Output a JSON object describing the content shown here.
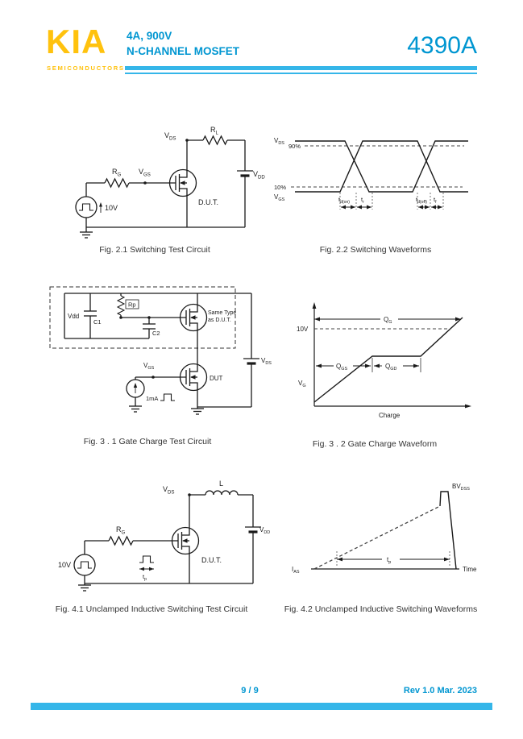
{
  "colors": {
    "accent": "#0096D1",
    "accent-line": "#35B6E9",
    "logo": "#FFC20E"
  },
  "header": {
    "logo": "KIA",
    "logo_sub": "SEMICONDUCTORS",
    "rating": "4A, 900V",
    "device_type": "N-CHANNEL MOSFET",
    "part_number": "4390A"
  },
  "fig21": {
    "caption": "Fig. 2.1 Switching Test Circuit",
    "vds": {
      "m": "V",
      "s": "DS"
    },
    "rl": {
      "m": "R",
      "s": "L"
    },
    "vdd": {
      "m": "V",
      "s": "DD"
    },
    "vgs": {
      "m": "V",
      "s": "GS"
    },
    "rg": {
      "m": "R",
      "s": "G"
    },
    "src": "10V",
    "dut": "D.U.T."
  },
  "fig22": {
    "caption": "Fig. 2.2 Switching Waveforms",
    "vds": {
      "m": "V",
      "s": "DS"
    },
    "vgs": {
      "m": "V",
      "s": "GS"
    },
    "p90": "90%",
    "p10": "10%",
    "td_on": {
      "m": "t",
      "s": "d(on)"
    },
    "tr": {
      "m": "t",
      "s": "r"
    },
    "td_off": {
      "m": "t",
      "s": "d(off)"
    },
    "tf": {
      "m": "t",
      "s": "f"
    }
  },
  "fig31": {
    "caption": "Fig. 3 . 1 Gate Charge Test Circuit",
    "vdd": "Vdd",
    "c1": "C1",
    "rp": "Rp",
    "c2": "C2",
    "same_type_1": "Same Type",
    "same_type_2": "as D.U.T.",
    "vds": {
      "m": "V",
      "s": "DS"
    },
    "vgs": {
      "m": "V",
      "s": "GS"
    },
    "dut": "DUT",
    "isrc": "1mA"
  },
  "fig32": {
    "caption": "Fig. 3 . 2 Gate Charge Waveform",
    "v10": "10V",
    "qg": {
      "m": "Q",
      "s": "G"
    },
    "qgs": {
      "m": "Q",
      "s": "GS"
    },
    "qgd": {
      "m": "Q",
      "s": "GD"
    },
    "vg": {
      "m": "V",
      "s": "G"
    },
    "xlabel": "Charge"
  },
  "fig41": {
    "caption": "Fig. 4.1 Unclamped Inductive Switching Test Circuit",
    "vds": {
      "m": "V",
      "s": "DS"
    },
    "l": "L",
    "vdd": {
      "m": "V",
      "s": "DD"
    },
    "rg": {
      "m": "R",
      "s": "G"
    },
    "src": "10V",
    "tp": {
      "m": "t",
      "s": "p"
    },
    "dut": "D.U.T."
  },
  "fig42": {
    "caption": "Fig. 4.2 Unclamped Inductive Switching Waveforms",
    "bvdss": {
      "m": "BV",
      "s": "DSS"
    },
    "ias": {
      "m": "I",
      "s": "AS"
    },
    "tp": {
      "m": "t",
      "s": "p"
    },
    "time": "Time"
  },
  "footer": {
    "page": "9 / 9",
    "rev": "Rev 1.0 Mar. 2023"
  }
}
